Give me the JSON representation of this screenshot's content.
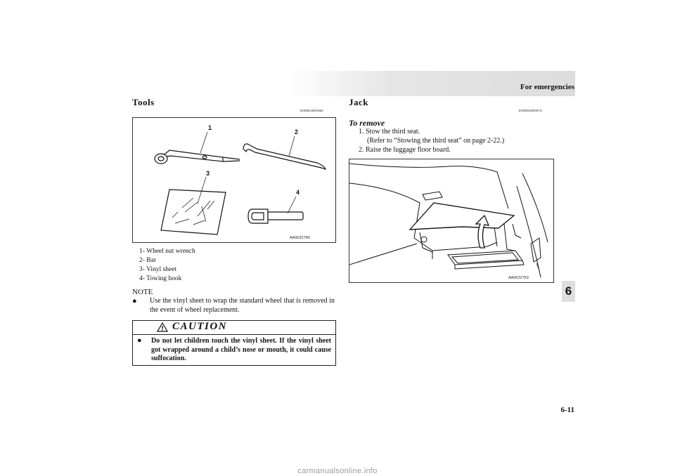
{
  "header": {
    "section": "For emergencies"
  },
  "side_tab": {
    "chapter": "6"
  },
  "page_number": "6-11",
  "tools": {
    "title": "Tools",
    "code": "E00801900092",
    "figure_id": "AA0022789",
    "callouts": [
      "1",
      "2",
      "3",
      "4"
    ],
    "legend": [
      "1- Wheel nut wrench",
      "2- Bar",
      "3- Vinyl sheet",
      "4- Towing hook"
    ],
    "note_label": "NOTE",
    "note_bullet": "●",
    "note_text": "Use the vinyl sheet to wrap the standard wheel that is removed in the event of wheel replacement.",
    "caution": {
      "title": "CAUTION",
      "bullet": "●",
      "text": "Do not let children touch the vinyl sheet. If the vinyl sheet got wrapped around a child’s nose or mouth, it could cause suffocation."
    }
  },
  "jack": {
    "title": "Jack",
    "code": "E00802000074",
    "subtitle": "To remove",
    "steps": [
      "1. Stow the third seat.",
      "(Refer to “Stowing the third seat” on page 2-22.)",
      "2. Raise the luggage floor board."
    ],
    "figure_id": "AA0022763"
  },
  "watermark": "carmanualsonline.info"
}
